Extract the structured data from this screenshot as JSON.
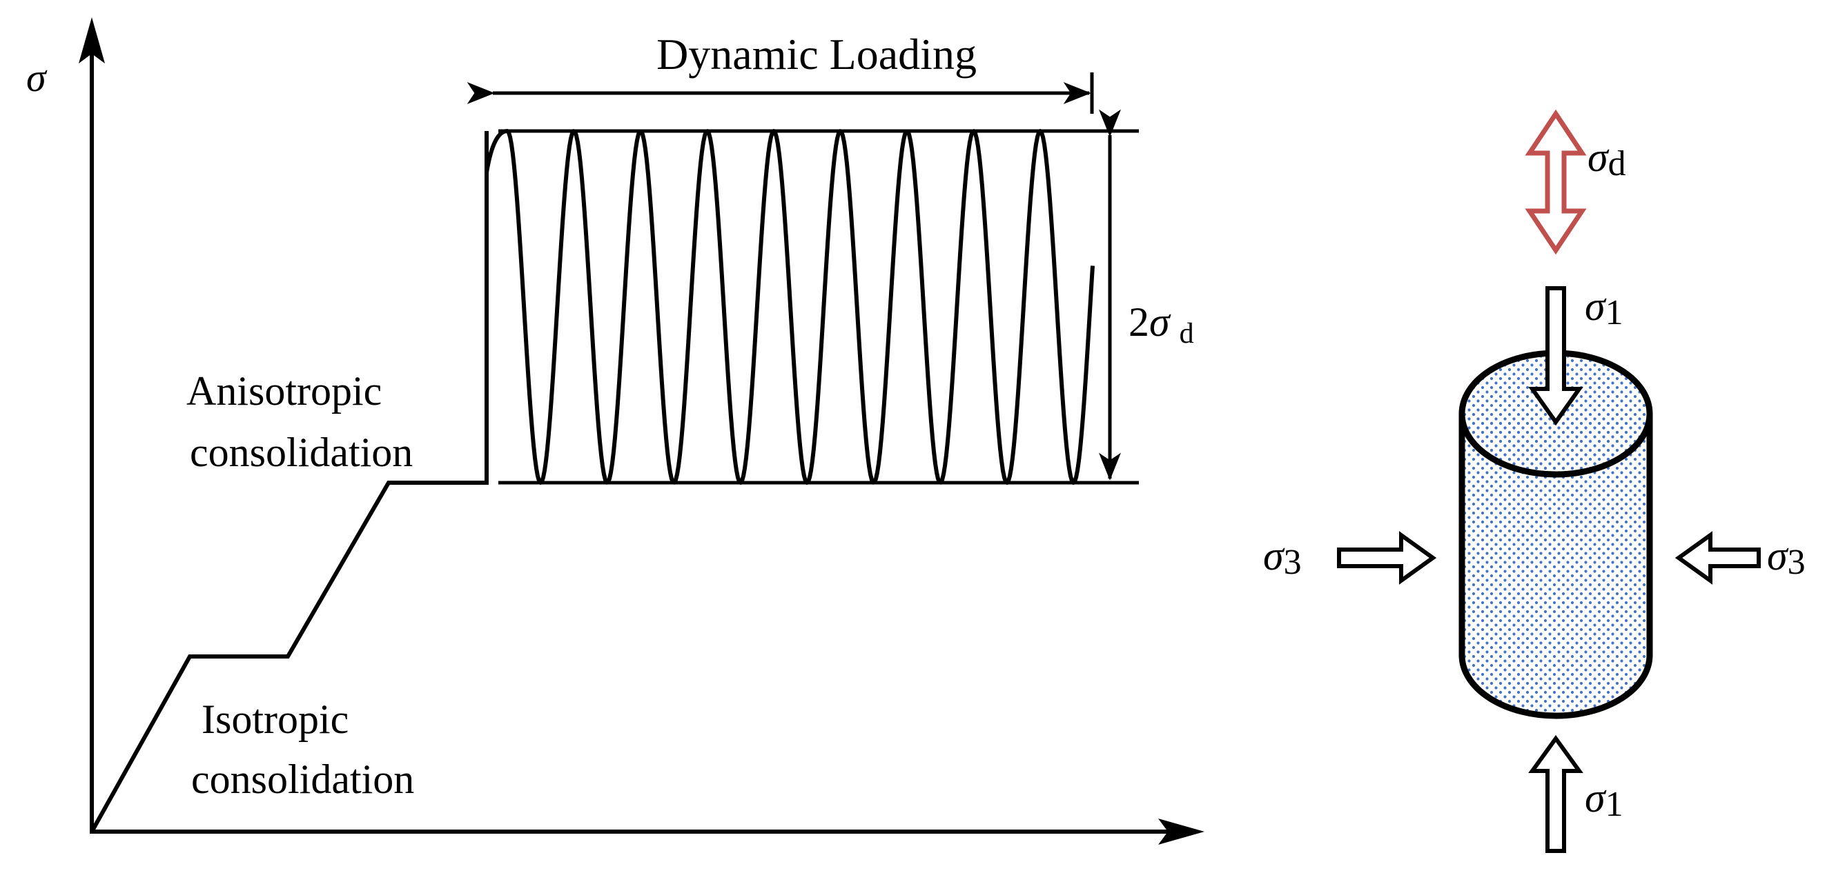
{
  "labels": {
    "y_axis": "σ",
    "dynamic_loading": "Dynamic Loading",
    "amplitude": {
      "coef": "2",
      "symbol": "σ",
      "sub": "d"
    },
    "anisotropic": [
      "Anisotropic",
      "consolidation"
    ],
    "isotropic": [
      "Isotropic",
      "consolidation"
    ],
    "sigma_d": {
      "symbol": "σ",
      "sub": "d"
    },
    "sigma_1": {
      "symbol": "σ",
      "sub": "1"
    },
    "sigma_3": {
      "symbol": "σ",
      "sub": "3"
    }
  },
  "loading": {
    "cycles": 9
  },
  "colors": {
    "ink": "#000000",
    "dynamic_arrow": "#c0504d",
    "specimen_dots": "#4472c4"
  }
}
